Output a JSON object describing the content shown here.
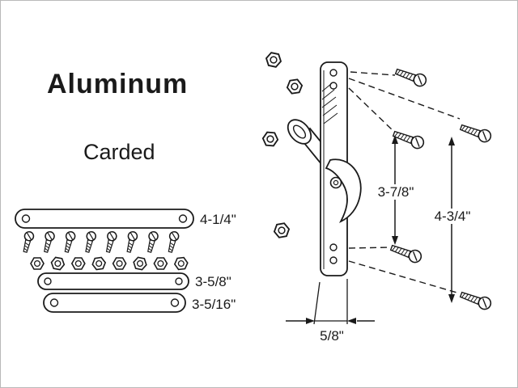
{
  "product": {
    "material_label": "Aluminum",
    "packaging_label": "Carded"
  },
  "dimensions": {
    "bar_top": "4-1/4\"",
    "bar_middle": "3-5/8\"",
    "bar_bottom": "3-5/16\"",
    "screw_hole_spacing": "3-7/8\"",
    "overall_height": "4-3/4\"",
    "plate_width": "5/8\""
  },
  "parts": {
    "left_screw_count": 8,
    "left_nut_count": 8,
    "right_screw_count": 5,
    "right_nut_count": 4
  },
  "colors": {
    "line": "#1a1a1a",
    "background": "#ffffff"
  }
}
